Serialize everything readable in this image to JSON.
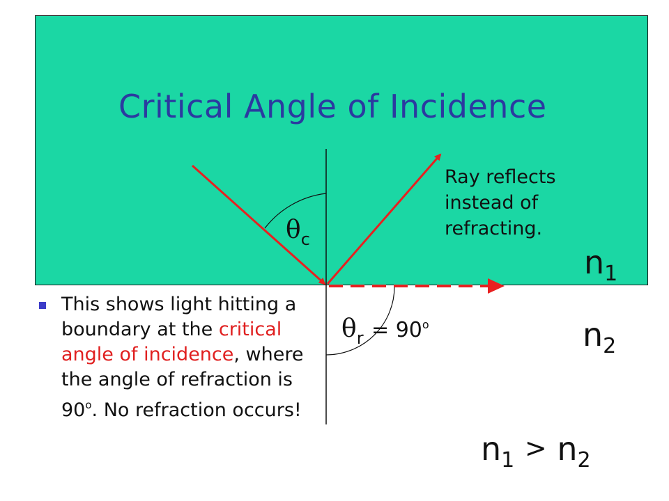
{
  "title": "Critical Angle of Incidence",
  "note_lines": [
    "Ray reflects",
    "instead of",
    "refracting."
  ],
  "labels": {
    "n1_base": "n",
    "n1_sub": "1",
    "n2_base": "n",
    "n2_sub": "2",
    "relation_left_base": "n",
    "relation_left_sub": "1",
    "relation_op": ">",
    "relation_right_base": "n",
    "relation_right_sub": "2"
  },
  "angles": {
    "critical_symbol": "θ",
    "critical_sub": "c",
    "refraction_symbol": "θ",
    "refraction_sub": "r",
    "refraction_value": "= 90",
    "refraction_unit": "o"
  },
  "bullet": {
    "part1": "This shows light hitting a boundary at the ",
    "highlight": "critical angle of incidence",
    "part2": ", where the angle of refraction is 90",
    "degree_mark": "o",
    "part3": ". No refraction occurs!"
  },
  "colors": {
    "top_medium": "#1bd7a4",
    "title": "#2b3aa0",
    "ray": "#e82020",
    "bullet": "#3c3cc8",
    "highlight": "#e02020"
  }
}
